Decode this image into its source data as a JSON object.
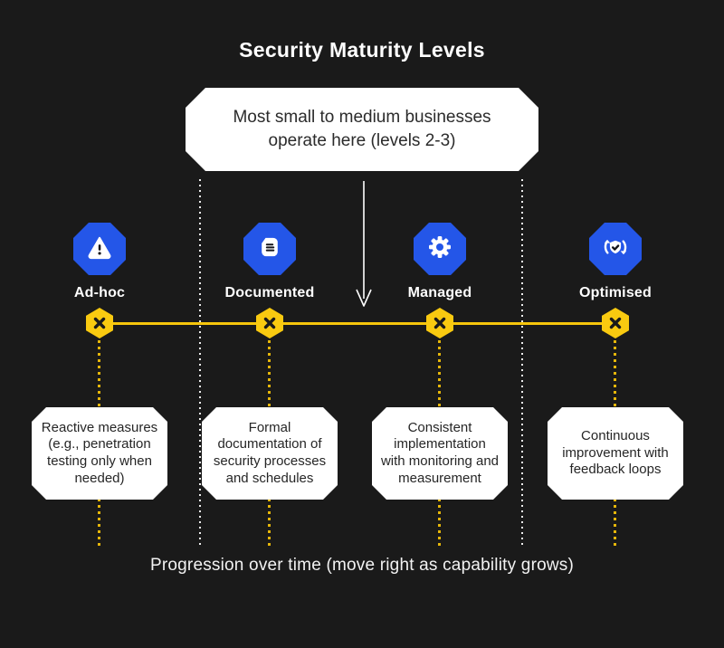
{
  "title": "Security Maturity Levels",
  "callout": {
    "text": "Most small to medium businesses operate here (levels 2-3)"
  },
  "stages": [
    {
      "label": "Ad-hoc",
      "icon": "warning-icon",
      "description": "Reactive measures (e.g., penetration testing only when needed)"
    },
    {
      "label": "Documented",
      "icon": "document-icon",
      "description": "Formal documentation of security processes and schedules"
    },
    {
      "label": "Managed",
      "icon": "gear-icon",
      "description": "Consistent implementation with monitoring and measurement"
    },
    {
      "label": "Optimised",
      "icon": "shield-refresh-icon",
      "description": "Continuous improvement with feedback loops"
    }
  ],
  "caption": "Progression over time (move right as capability grows)",
  "colors": {
    "background": "#1A1A1A",
    "accent_blue": "#2456E8",
    "accent_yellow": "#F6C50C",
    "box_background": "#FFFFFF",
    "box_text": "#262626",
    "text": "#FFFFFF"
  }
}
